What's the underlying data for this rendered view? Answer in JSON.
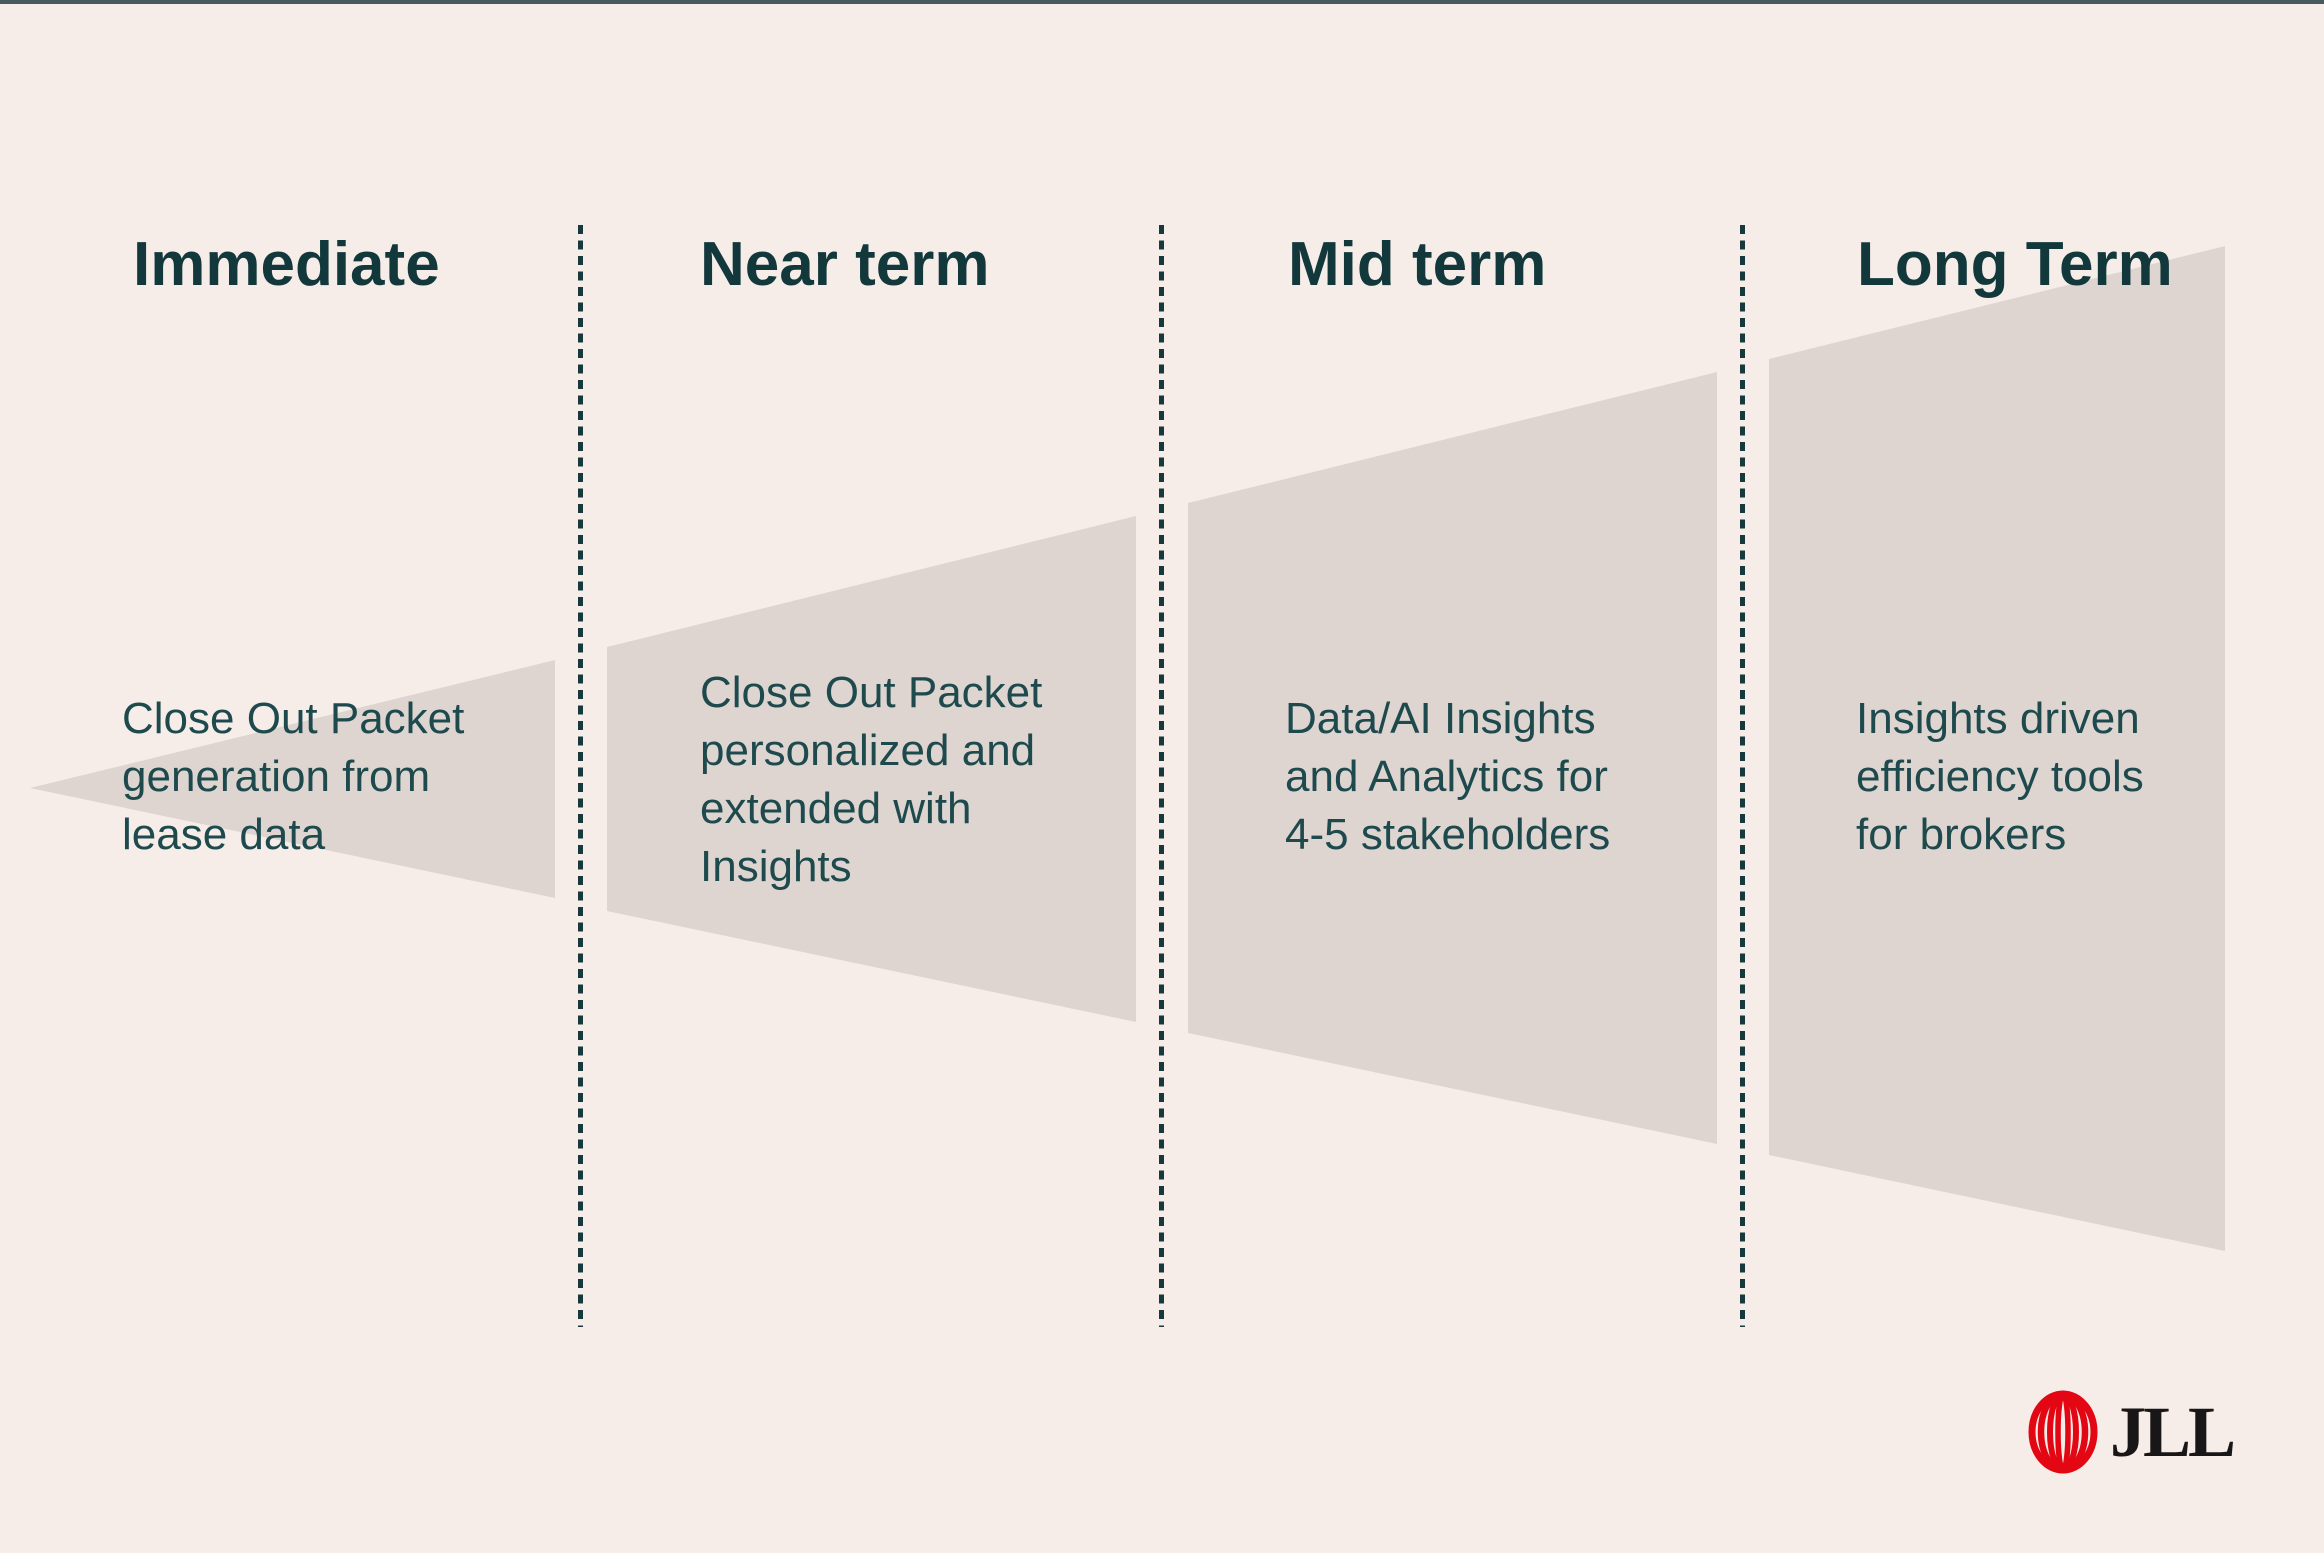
{
  "colors": {
    "background": "#f6ede9",
    "top_bar": "#48595d",
    "funnel_fill": "#ded5d0",
    "header_text": "#12383c",
    "body_text": "#1e4a4e",
    "divider": "#17393d",
    "logo_red": "#e30613",
    "logo_text": "#181617"
  },
  "columns": [
    {
      "title": "Immediate",
      "lines": [
        "Close Out Packet",
        "generation from",
        "lease data"
      ]
    },
    {
      "title": "Near term",
      "lines": [
        "Close Out Packet",
        "personalized and",
        "extended with",
        "Insights"
      ]
    },
    {
      "title": "Mid term",
      "lines": [
        "Data/AI Insights",
        "and Analytics for",
        "4-5 stakeholders"
      ]
    },
    {
      "title": "Long Term",
      "lines": [
        "Insights driven",
        "efficiency tools",
        "for brokers"
      ]
    }
  ],
  "brand": {
    "logo_text": "JLL",
    "logo_mark": "jll-globe-mark"
  }
}
